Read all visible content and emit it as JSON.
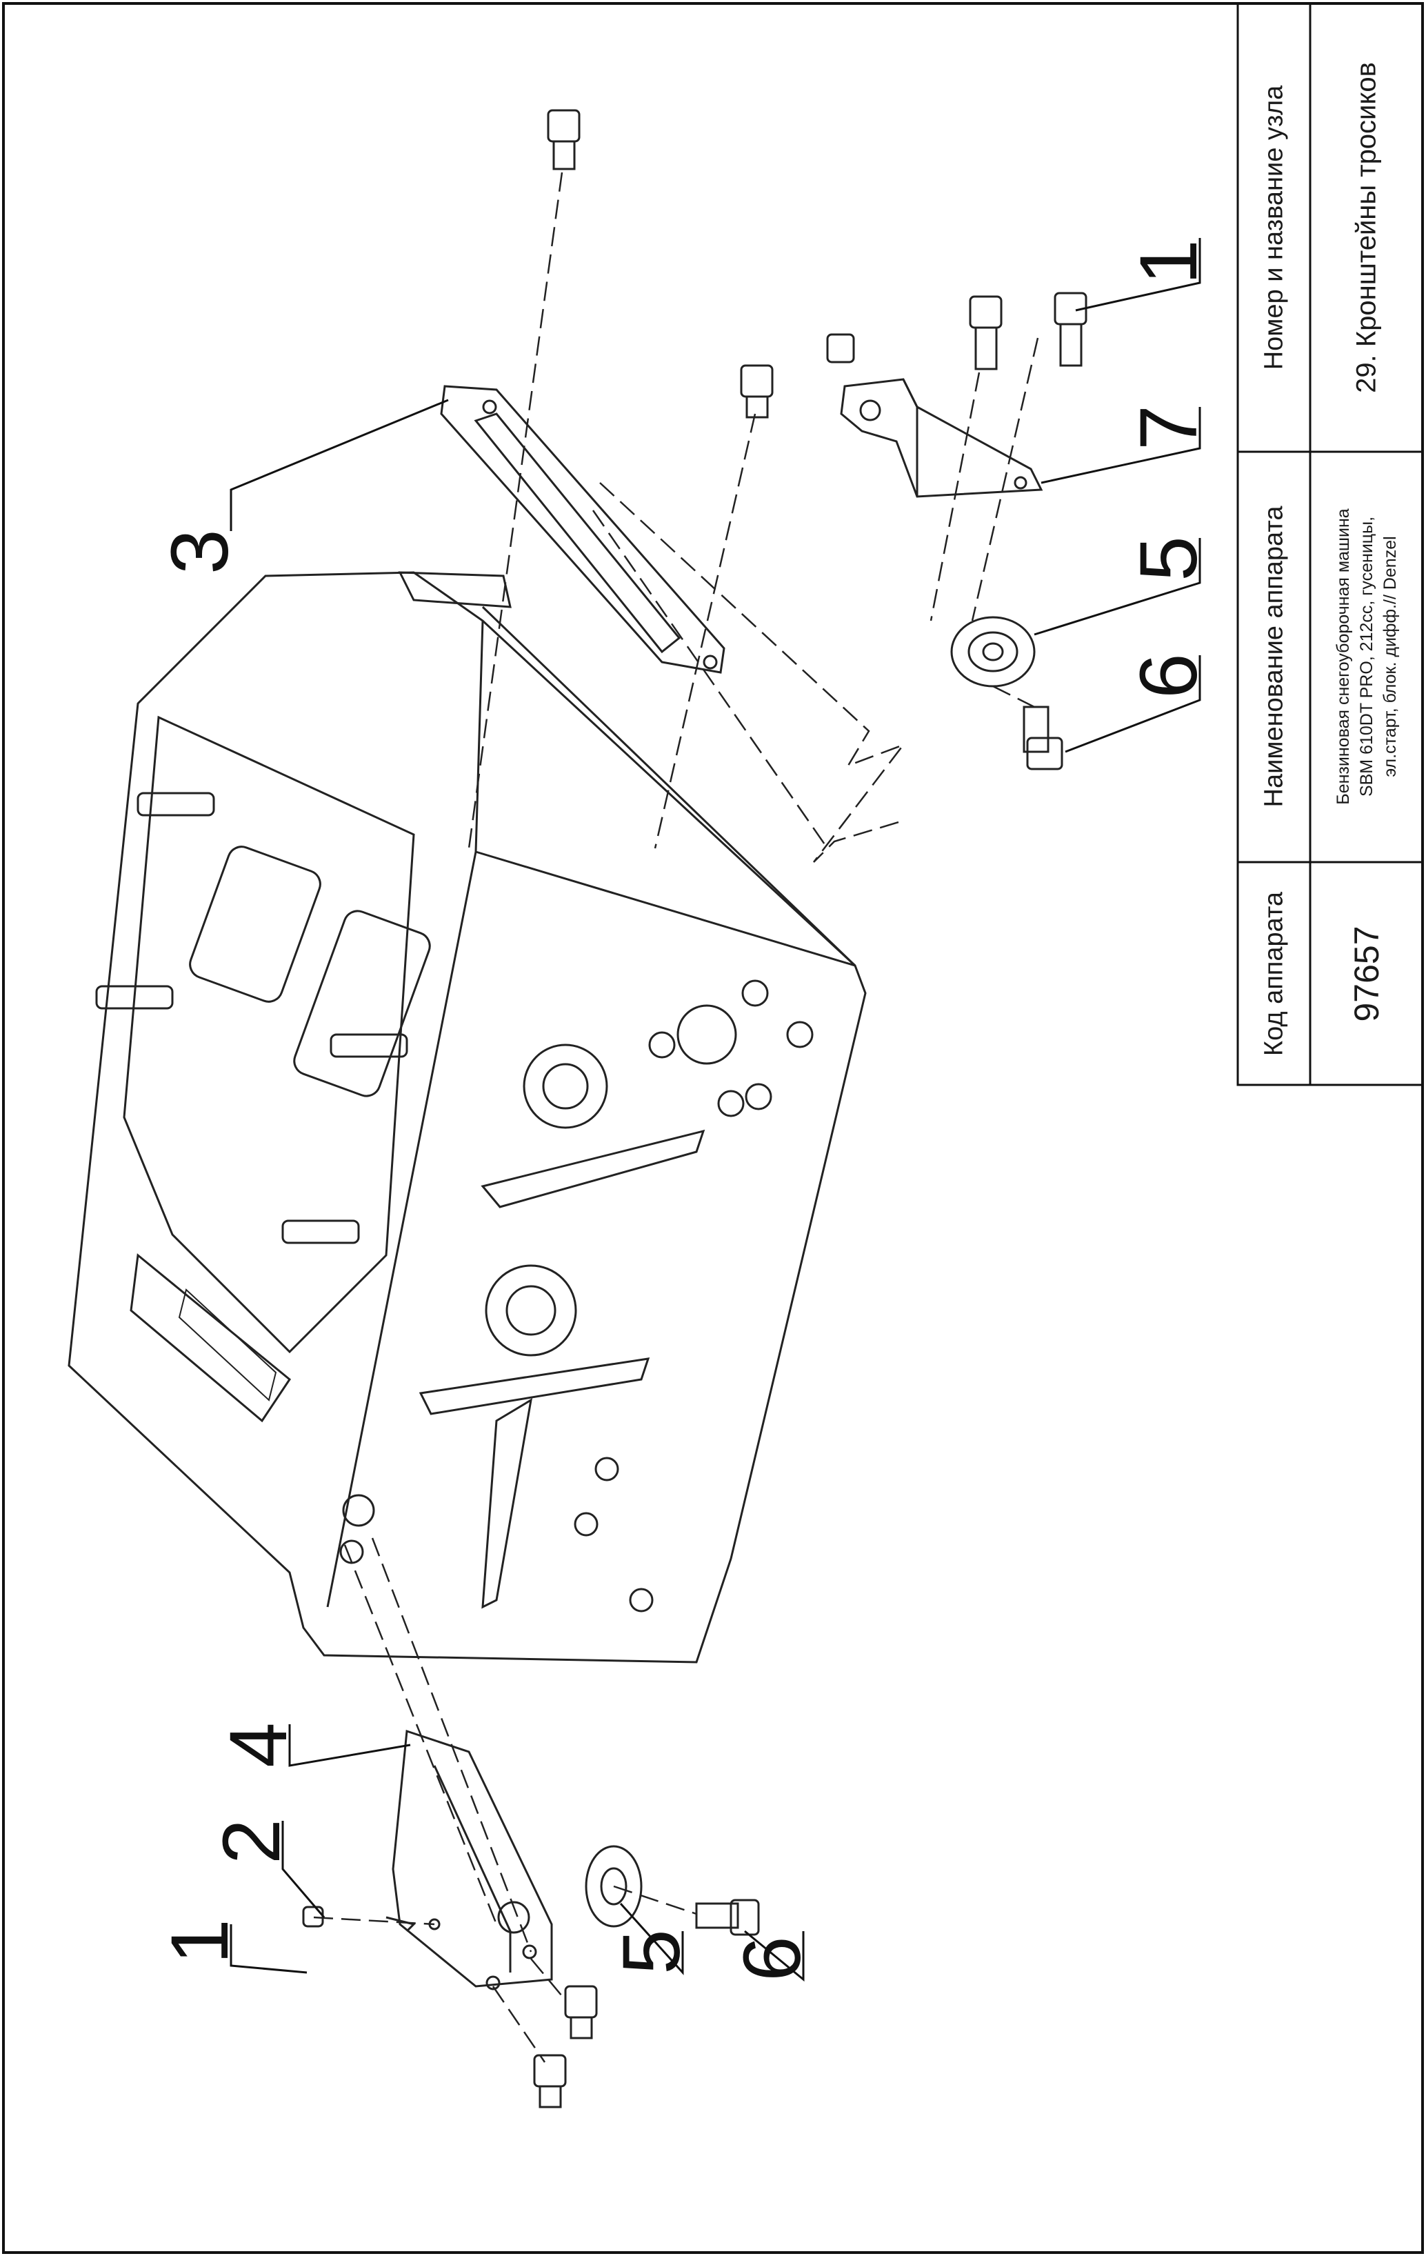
{
  "title_block": {
    "headers": {
      "code": "Код аппарата",
      "name": "Наименование аппарата",
      "node": "Номер и название узла"
    },
    "code_value": "97657",
    "name_lines": [
      "Бензиновая снегоуборочная машина",
      "SBM 610DT PRO, 212cc, гусеницы,",
      "эл.старт, блок. дифф.// Denzel"
    ],
    "node_value": "29. Кронштейны тросиков"
  },
  "callouts": {
    "top_1": "1",
    "top_7": "7",
    "top_5": "5",
    "top_6": "6",
    "top_3": "3",
    "bot_4": "4",
    "bot_2": "2",
    "bot_1": "1",
    "bot_5": "5",
    "bot_6": "6"
  }
}
